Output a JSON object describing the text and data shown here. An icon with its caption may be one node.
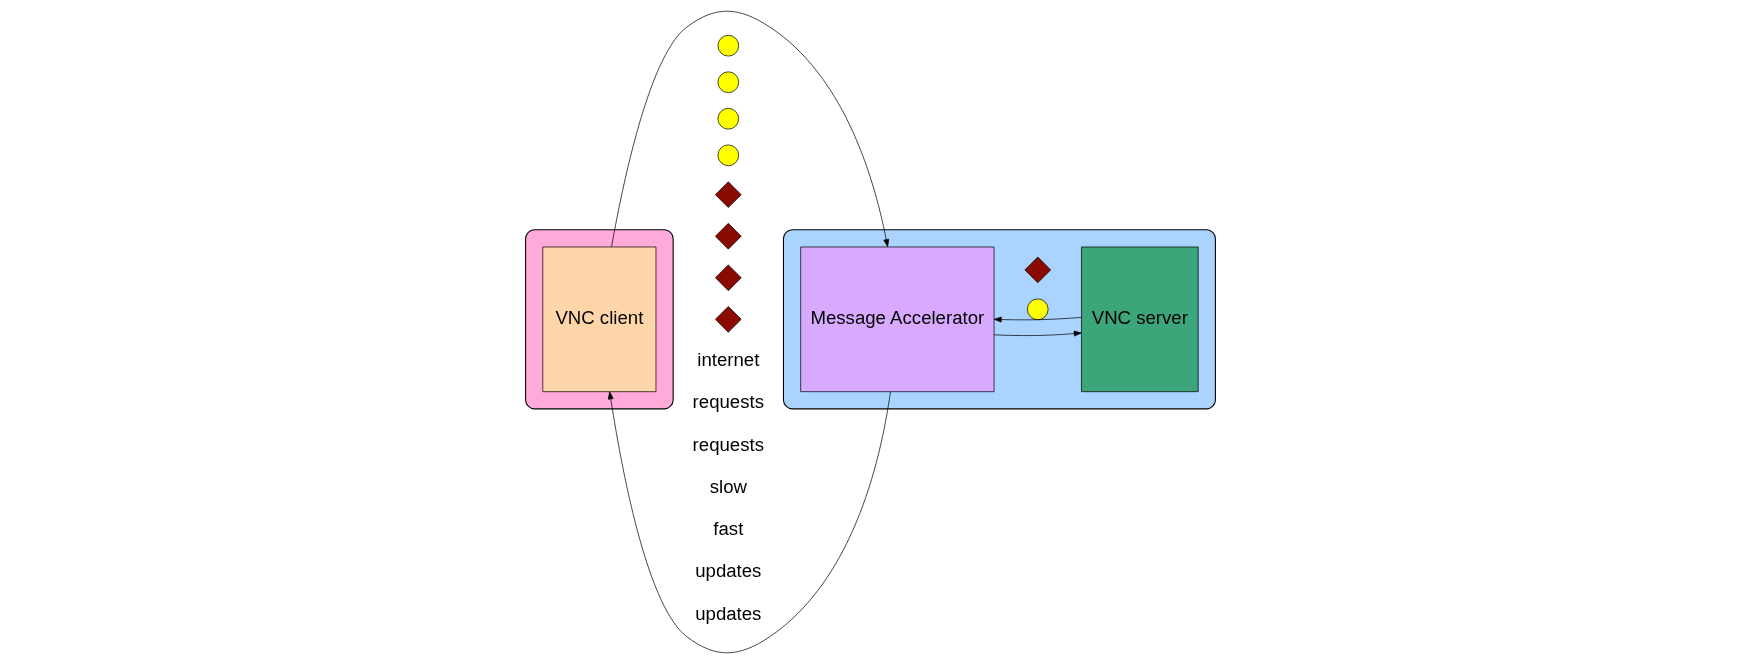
{
  "diagram": {
    "nodes": [
      {
        "text": [],
        "shape": "box"
      },
      {
        "text": [
          "VNC client"
        ],
        "in": 0
      },
      {
        "text": [],
        "shape": "box"
      },
      {
        "text": [
          "Message Accelerator"
        ],
        "in": 2
      },
      {
        "text": [
          "VNC server"
        ],
        "in": 2
      },
      {
        "text": [],
        "shape": "circle"
      },
      {
        "text": [],
        "shape": "circle"
      },
      {
        "text": [],
        "shape": "circle"
      },
      {
        "text": [],
        "shape": "circle"
      },
      {
        "text": [],
        "shape": "circle",
        "in": 2
      },
      {
        "text": [],
        "shape": "diamond"
      },
      {
        "text": [],
        "shape": "diamond"
      },
      {
        "text": [],
        "shape": "diamond"
      },
      {
        "text": [],
        "shape": "diamond"
      },
      {
        "text": [],
        "shape": "diamond",
        "in": 2
      }
    ],
    "edges": [
      {
        "from": 1,
        "to": 3,
        "arrow": "to"
      },
      {
        "from": 3,
        "to": 4,
        "arrow": "to"
      },
      {
        "from": 4,
        "to": 3,
        "arrow": "to"
      },
      {
        "from": 3,
        "to": 1,
        "arrow": "to"
      }
    ],
    "labels": [
      "internet",
      "requests",
      "requests",
      "slow",
      "fast",
      "updates",
      "updates"
    ]
  }
}
